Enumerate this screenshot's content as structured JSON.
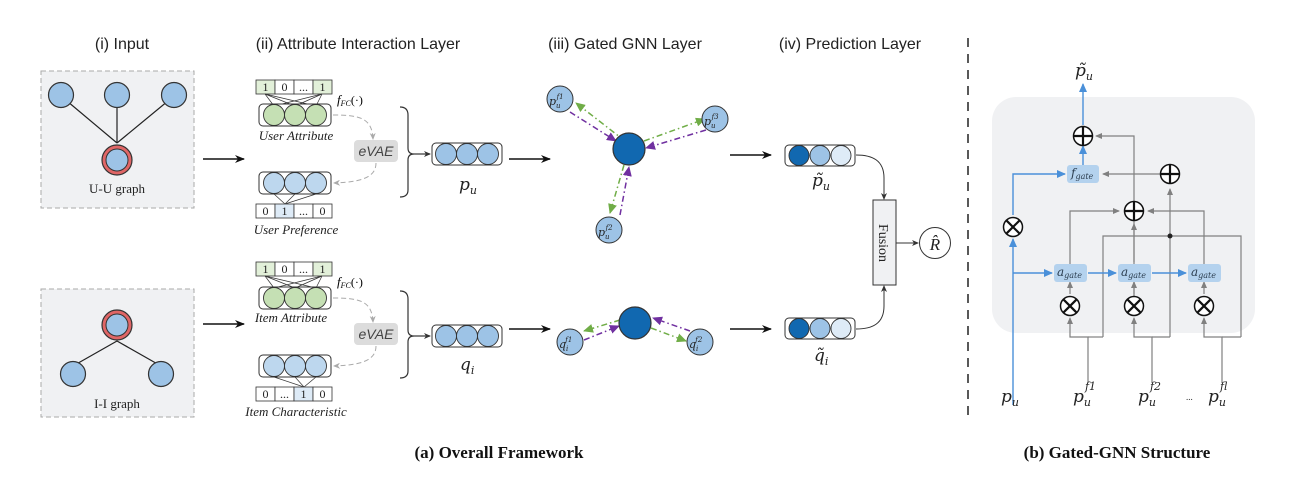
{
  "sections": {
    "input": "(i) Input",
    "attribute_interaction": "(ii) Attribute Interaction Layer",
    "gated_gnn": "(iii) Gated GNN Layer",
    "prediction": "(iv) Prediction Layer"
  },
  "input": {
    "uu_graph_label": "U-U graph",
    "ii_graph_label": "I-I graph"
  },
  "attribute_layer": {
    "user": {
      "attribute_cells": [
        "1",
        "0",
        "...",
        "1"
      ],
      "attribute_label": "User Attribute",
      "fc_label": "f",
      "fc_sub": "FC",
      "fc_arg": "(·)",
      "evae_label": "eVAE",
      "preference_cells": [
        "0",
        "1",
        "...",
        "0"
      ],
      "preference_label": "User Preference",
      "output_label": "p",
      "output_sub": "u"
    },
    "item": {
      "attribute_cells": [
        "1",
        "0",
        "...",
        "1"
      ],
      "attribute_label": "Item Attribute",
      "fc_label": "f",
      "fc_sub": "FC",
      "fc_arg": "(·)",
      "evae_label": "eVAE",
      "characteristic_cells": [
        "0",
        "...",
        "1",
        "0"
      ],
      "characteristic_label": "Item Characteristic",
      "output_label": "q",
      "output_sub": "i"
    }
  },
  "gnn_layer": {
    "user_neighbors": [
      {
        "base": "p",
        "sub": "u",
        "sup": "f1"
      },
      {
        "base": "p",
        "sub": "u",
        "sup": "f2"
      },
      {
        "base": "p",
        "sub": "u",
        "sup": "f3"
      }
    ],
    "item_neighbors": [
      {
        "base": "q",
        "sub": "i",
        "sup": "f1"
      },
      {
        "base": "q",
        "sub": "i",
        "sup": "f2"
      }
    ]
  },
  "prediction_layer": {
    "user_output": {
      "base": "p̃",
      "sub": "u"
    },
    "item_output": {
      "base": "q̃",
      "sub": "i"
    },
    "fusion_label": "Fusion",
    "rating_label": "R̂"
  },
  "gated_gnn_structure": {
    "output": {
      "base": "p̃",
      "sub": "u"
    },
    "f_gate": {
      "base": "f",
      "sub": "gate"
    },
    "a_gate": {
      "base": "a",
      "sub": "gate"
    },
    "inputs": [
      {
        "base": "p",
        "sub": "u",
        "sup": ""
      },
      {
        "base": "p",
        "sub": "u",
        "sup": "f1"
      },
      {
        "base": "p",
        "sub": "u",
        "sup": "f2"
      },
      {
        "base": "p",
        "sub": "u",
        "sup": "fl"
      }
    ],
    "ellipsis": "..."
  },
  "captions": {
    "a": "(a) Overall Framework",
    "b": "(b) Gated-GNN Structure"
  },
  "colors": {
    "node_light_blue": "#9dc3e6",
    "node_dark_blue": "#1168b0",
    "node_pale_blue": "#deebf7",
    "node_green": "#c5e0b4",
    "cell_green": "#e2f0d9",
    "highlight_red": "#e06666",
    "arrow_green": "#70ad47",
    "arrow_purple": "#7030a0",
    "structure_blue": "#4a90d9",
    "gate_box": "#b4d2ee",
    "panel_gray": "#f0f1f3"
  }
}
